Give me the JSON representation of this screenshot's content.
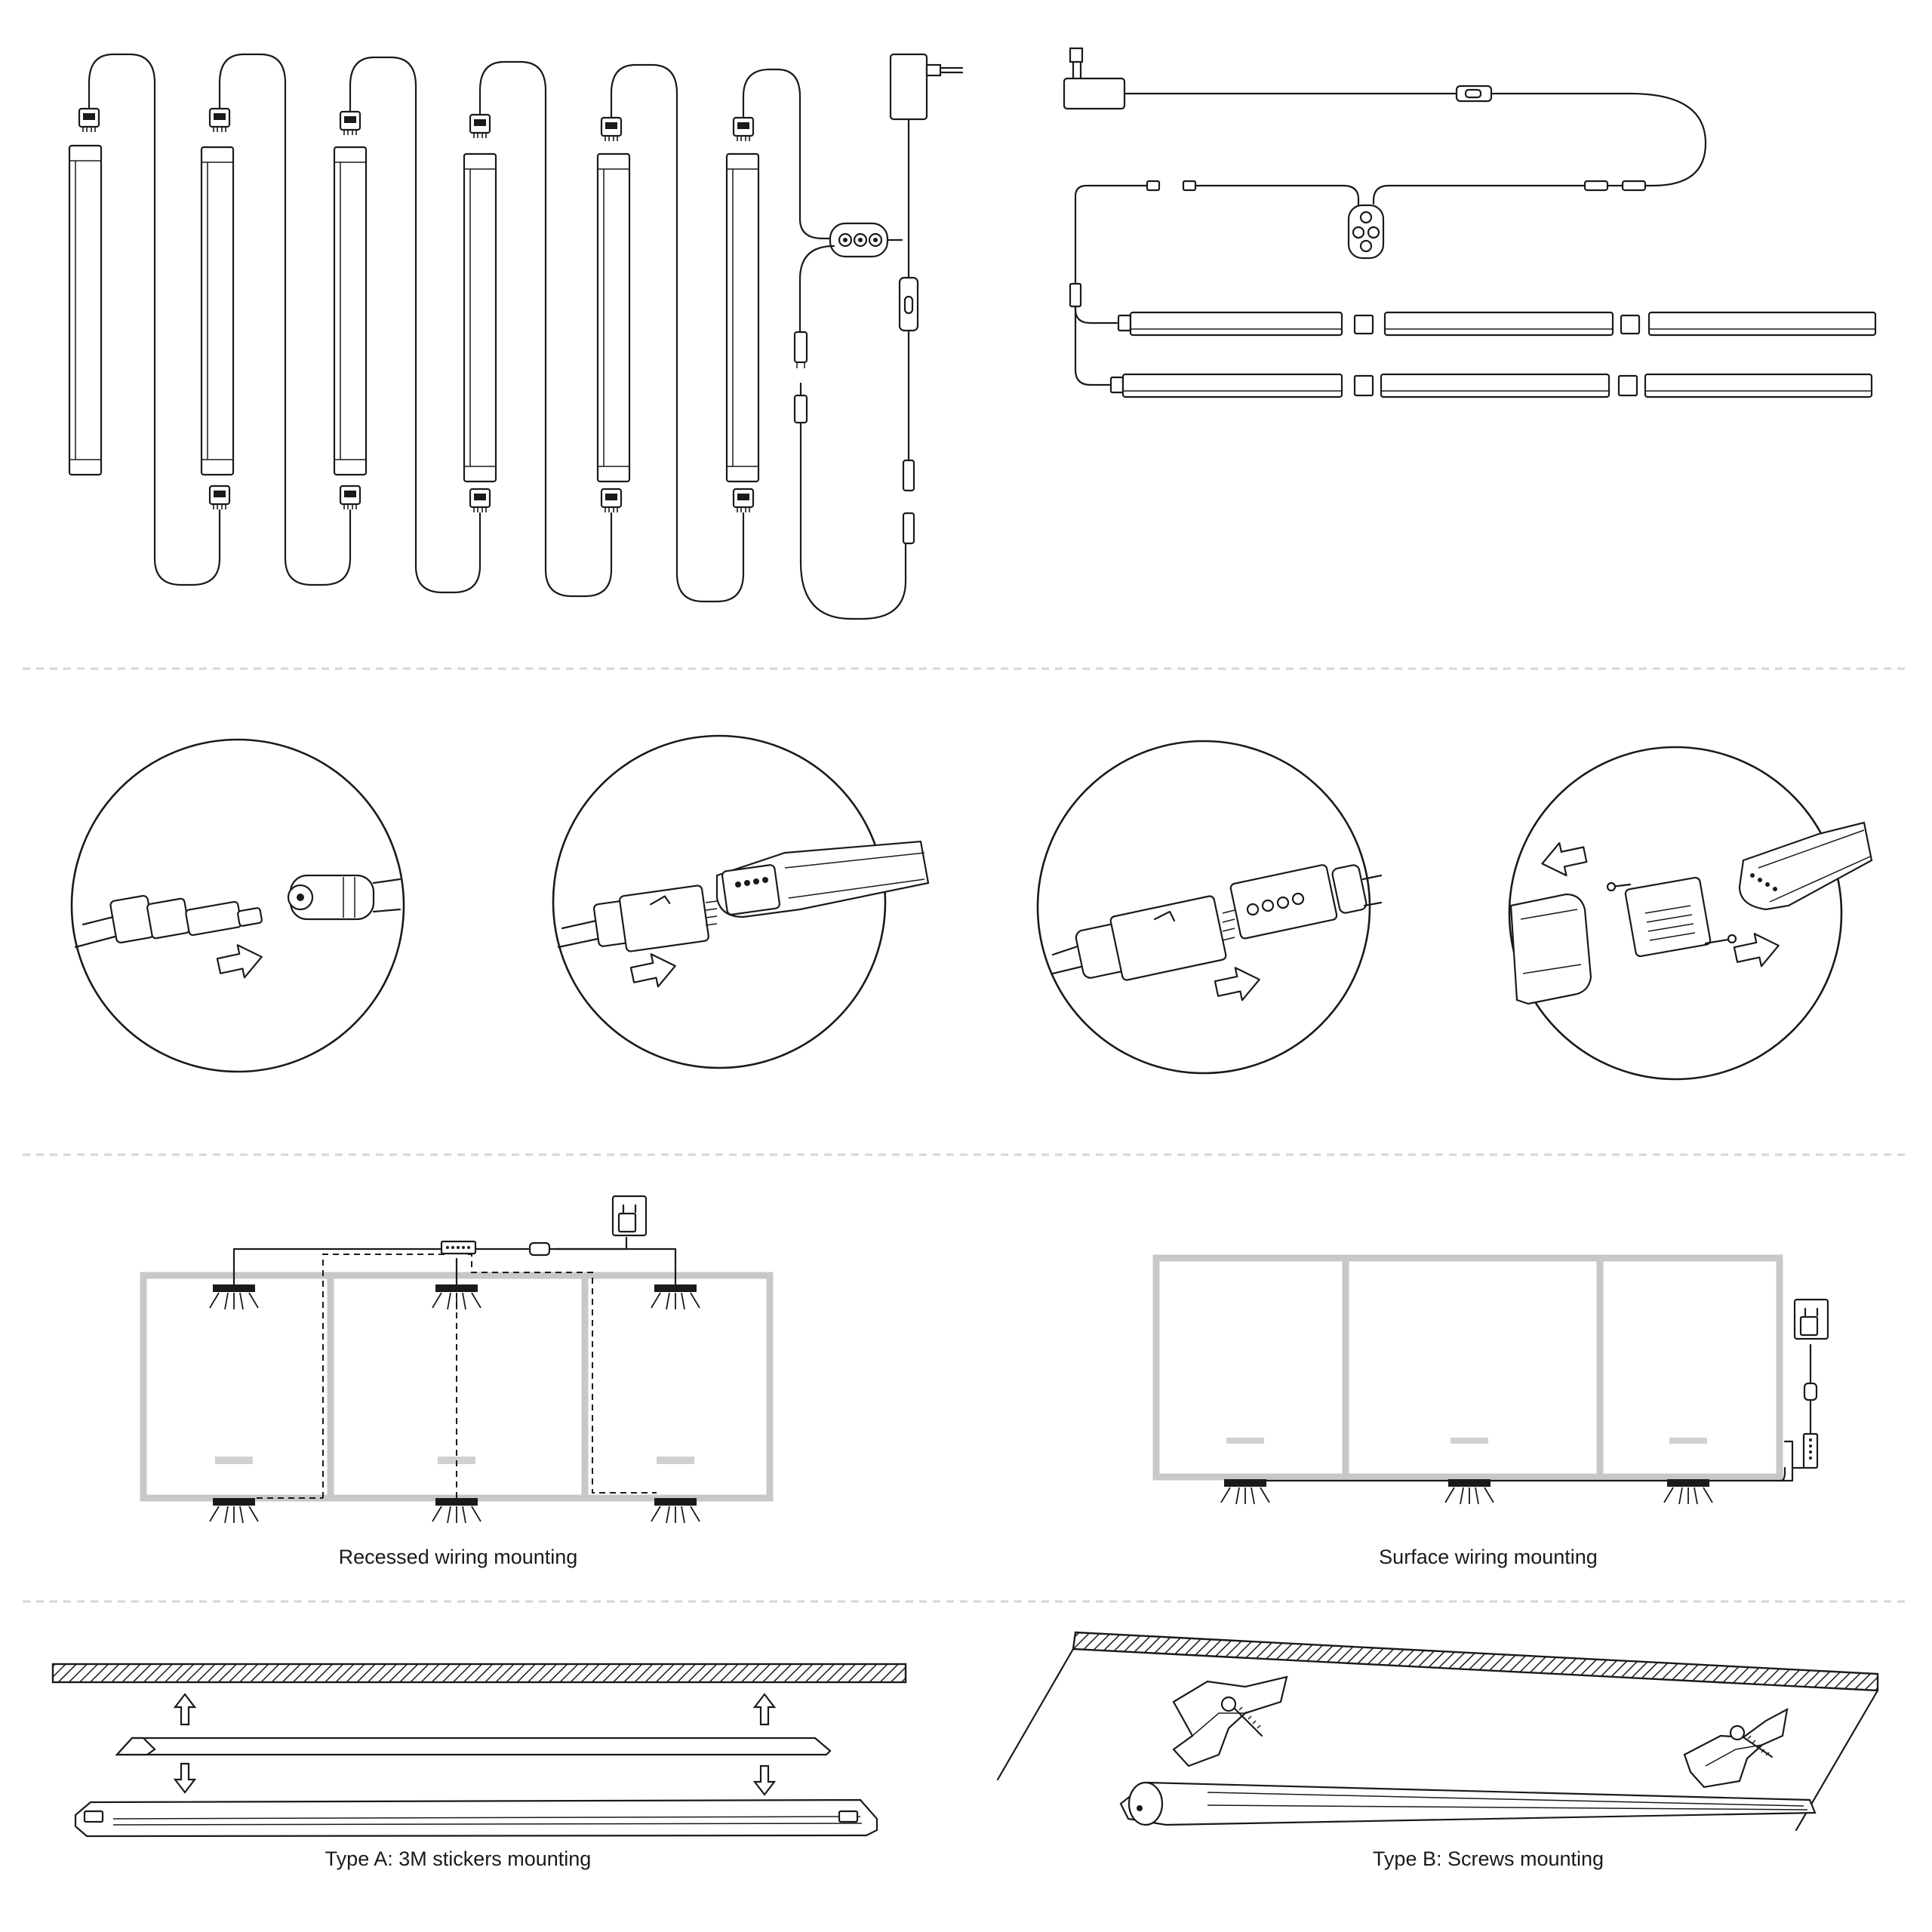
{
  "captions": {
    "recessed": "Recessed wiring mounting",
    "surface": "Surface wiring mounting",
    "type_a": "Type A: 3M stickers mounting",
    "type_b": "Type B: Screws mounting"
  },
  "colors": {
    "line": "#1a1a1a",
    "frame_gray": "#c8c8c8",
    "separator": "#d6d6d6",
    "background": "#ffffff"
  },
  "icons": {
    "arrow": "push-arrow-icon",
    "outlet": "wall-outlet-icon",
    "plug": "power-adapter-icon"
  }
}
